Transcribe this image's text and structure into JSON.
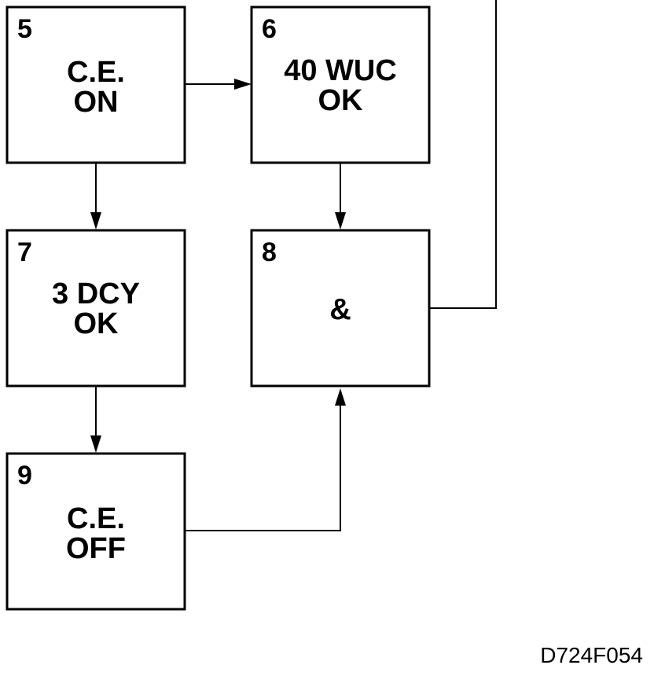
{
  "boxes": [
    {
      "id": "5",
      "number": "5",
      "lines": [
        "C.E.",
        "ON"
      ]
    },
    {
      "id": "6",
      "number": "6",
      "lines": [
        "40 WUC",
        "OK"
      ]
    },
    {
      "id": "7",
      "number": "7",
      "lines": [
        "3 DCY",
        "OK"
      ]
    },
    {
      "id": "8",
      "number": "8",
      "lines": [
        "&"
      ]
    },
    {
      "id": "9",
      "number": "9",
      "lines": [
        "C.E.",
        "OFF"
      ]
    }
  ],
  "connections": [
    {
      "from": "5",
      "to": "6"
    },
    {
      "from": "5",
      "to": "7"
    },
    {
      "from": "6",
      "to": "8"
    },
    {
      "from": "7",
      "to": "9"
    },
    {
      "from": "9",
      "to": "8"
    },
    {
      "from": "8",
      "to": "off-page-top"
    }
  ],
  "figure_id": "D724F054"
}
